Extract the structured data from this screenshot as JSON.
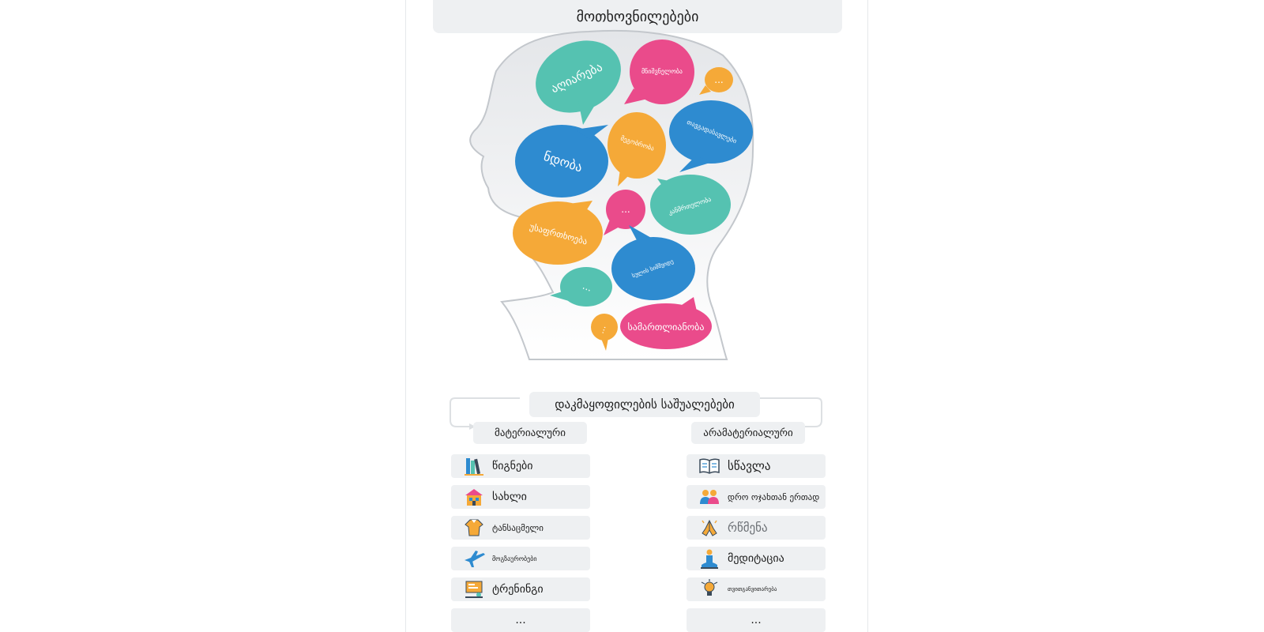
{
  "title": "მოთხოვნილებები",
  "bubbles": [
    {
      "text": "აღიარება",
      "color": "#55c2b1"
    },
    {
      "text": "მნიშვნელობა",
      "color": "#ea4b8b"
    },
    {
      "text": "...",
      "color": "#f5a938"
    },
    {
      "text": "ნდობა",
      "color": "#2e8bd0"
    },
    {
      "text": "მეგობრობა",
      "color": "#f5a938"
    },
    {
      "text": "თავგადასავლები",
      "color": "#2e8bd0"
    },
    {
      "text": "...",
      "color": "#ea4b8b"
    },
    {
      "text": "კანმრთელობა",
      "color": "#55c2b1"
    },
    {
      "text": "უსაფრთხოება",
      "color": "#f5a938"
    },
    {
      "text": "სულის სიმშვიდე",
      "color": "#2e8bd0"
    },
    {
      "text": "...",
      "color": "#55c2b1"
    },
    {
      "text": "...",
      "color": "#f5a938"
    },
    {
      "text": "სამართლიანობა",
      "color": "#ea4b8b"
    }
  ],
  "means": {
    "title": "დაკმაყოფილების საშუალებები",
    "material": {
      "label": "მატერიალური",
      "items": [
        {
          "label": "წიგნები",
          "icon": "books-icon"
        },
        {
          "label": "სახლი",
          "icon": "house-icon"
        },
        {
          "label": "ტანსაცმელი",
          "icon": "shirt-icon"
        },
        {
          "label": "მოგზაურობები",
          "icon": "airplane-icon"
        },
        {
          "label": "ტრენინგი",
          "icon": "training-board-icon"
        },
        {
          "label": "...",
          "icon": ""
        }
      ]
    },
    "immaterial": {
      "label": "არამატერიალური",
      "items": [
        {
          "label": "სწავლა",
          "icon": "open-book-icon"
        },
        {
          "label": "დრო ოჯახთან ერთად",
          "icon": "family-icon"
        },
        {
          "label": "რწმენა",
          "icon": "praying-hands-icon"
        },
        {
          "label": "მედიტაცია",
          "icon": "meditation-icon"
        },
        {
          "label": "თვითგანვითარება",
          "icon": "self-development-icon"
        },
        {
          "label": "...",
          "icon": ""
        }
      ]
    }
  }
}
